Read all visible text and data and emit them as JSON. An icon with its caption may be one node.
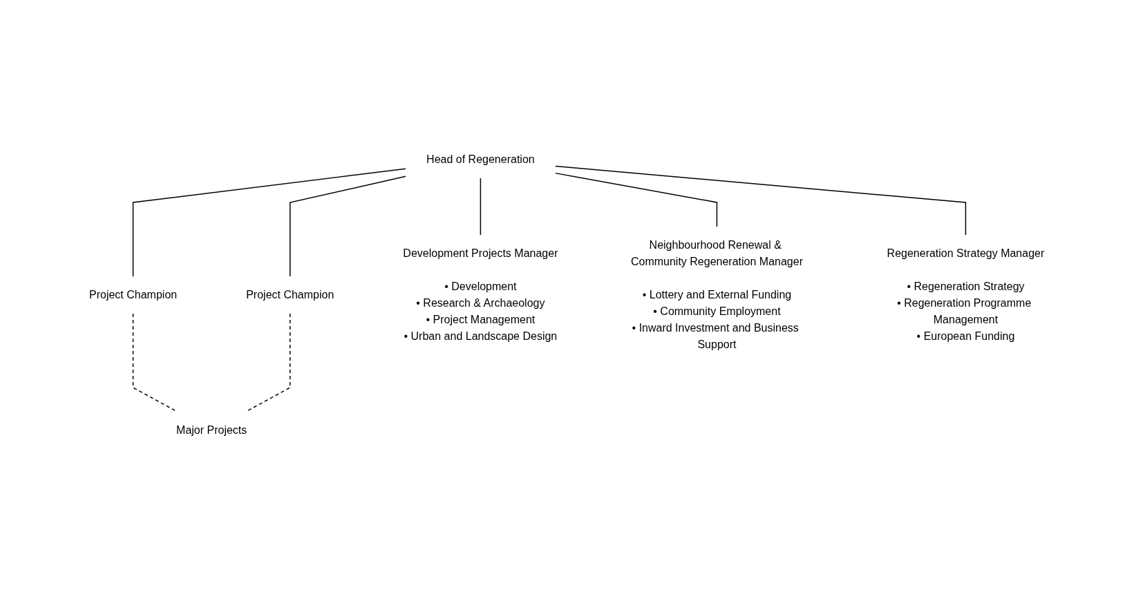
{
  "diagram": {
    "nodes": [
      {
        "text": [
          "Head of Regeneration"
        ]
      },
      {
        "text": [
          "Project Champion"
        ]
      },
      {
        "text": [
          "Project Champion"
        ]
      },
      {
        "text": [
          "Development Projects Manager",
          "• Development",
          "• Research & Archaeology",
          "• Project Management",
          "• Urban and Landscape Design"
        ]
      },
      {
        "text": [
          "Neighbourhood Renewal & Community Regeneration Manager",
          "• Lottery and External Funding",
          "• Community Employment",
          "• Inward Investment and Business Support"
        ]
      },
      {
        "text": [
          "Regeneration Strategy Manager",
          "• Regeneration Strategy",
          "• Regeneration Programme Management",
          "• European Funding"
        ]
      },
      {
        "text": [
          "Major Projects"
        ]
      }
    ],
    "edges": [
      {
        "from": 0,
        "to": 1,
        "arrow": "none"
      },
      {
        "from": 0,
        "to": 2,
        "arrow": "none"
      },
      {
        "from": 0,
        "to": 3,
        "arrow": "none"
      },
      {
        "from": 0,
        "to": 4,
        "arrow": "none"
      },
      {
        "from": 0,
        "to": 5,
        "arrow": "none"
      },
      {
        "from": 1,
        "to": 6,
        "arrow": "none",
        "style": "dashed"
      },
      {
        "from": 2,
        "to": 6,
        "arrow": "none",
        "style": "dashed"
      }
    ]
  }
}
